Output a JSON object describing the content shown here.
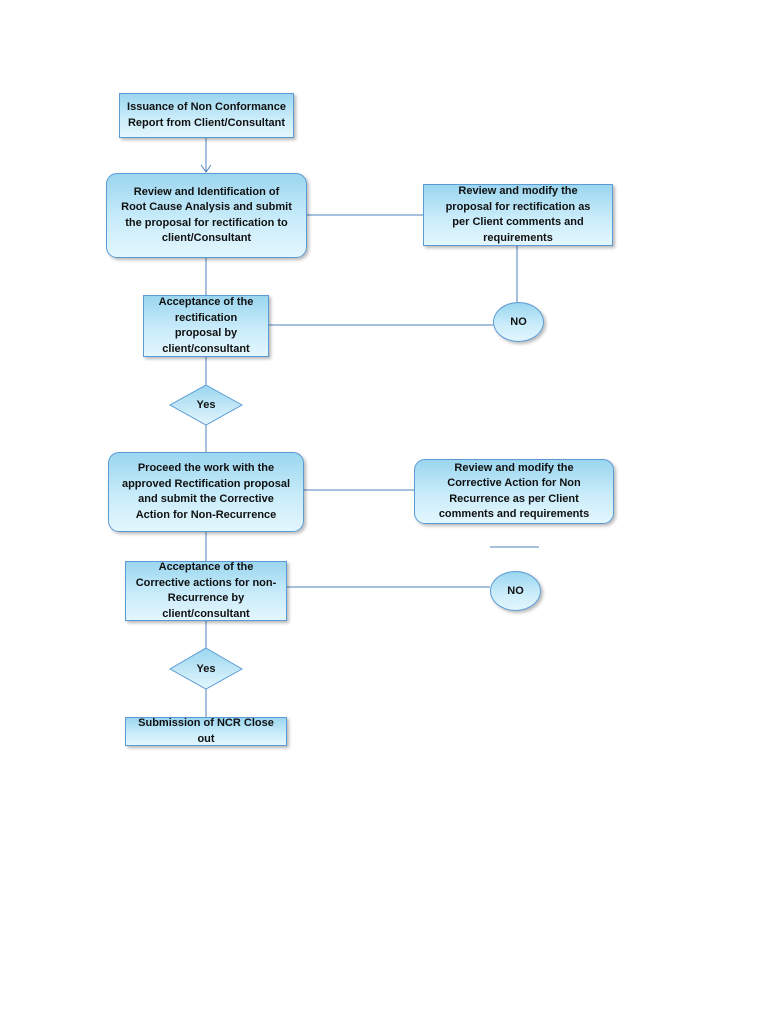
{
  "colors": {
    "line": "#4f81bd",
    "fill_top": "#9bd6ef",
    "fill_bottom": "#e3f6fd",
    "border": "#5b9bd5"
  },
  "flowchart": {
    "issuance": "Issuance of Non Conformance Report from Client/Consultant",
    "review_root_cause": "Review and Identification of Root Cause Analysis and submit the proposal for rectification to client/Consultant",
    "modify_proposal": "Review and modify the proposal for rectification as per Client comments and requirements",
    "acceptance_rectification": "Acceptance of the rectification proposal by client/consultant",
    "no_1": "NO",
    "yes_1": "Yes",
    "proceed_work": "Proceed the work with the approved Rectification proposal and submit the Corrective Action for Non-Recurrence",
    "modify_corrective": "Review and modify the Corrective Action for Non Recurrence as per Client comments and requirements",
    "acceptance_corrective": "Acceptance of the Corrective actions for non-Recurrence by client/consultant",
    "no_2": "NO",
    "yes_2": "Yes",
    "close_out": "Submission of NCR Close out"
  }
}
